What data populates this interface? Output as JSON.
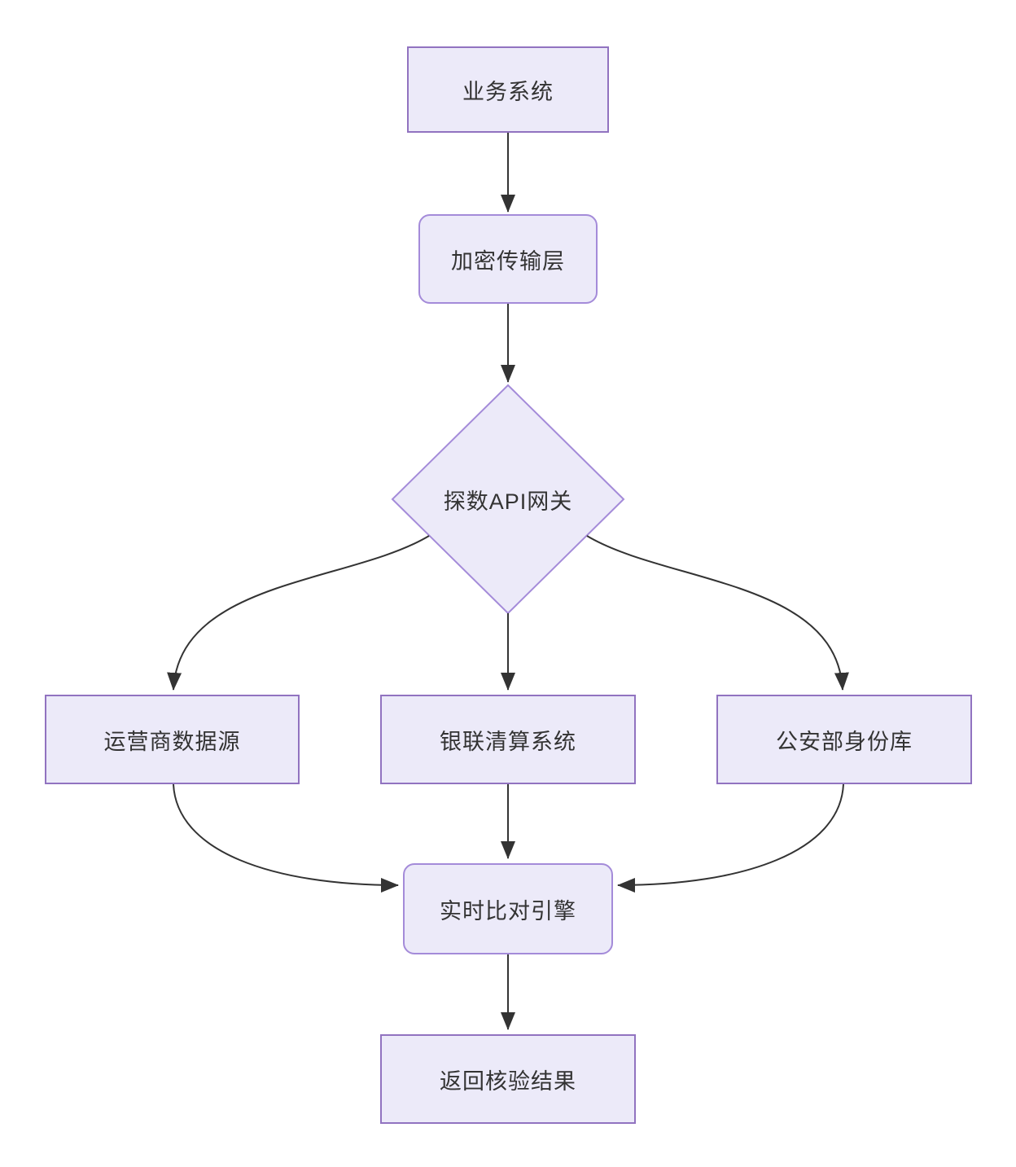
{
  "diagram": {
    "type": "flowchart",
    "direction": "top-down",
    "nodes": [
      {
        "id": "business",
        "label": "业务系统",
        "shape": "rect"
      },
      {
        "id": "encryption",
        "label": "加密传输层",
        "shape": "rounded"
      },
      {
        "id": "gateway",
        "label": "探数API网关",
        "shape": "diamond"
      },
      {
        "id": "carrier",
        "label": "运营商数据源",
        "shape": "rect"
      },
      {
        "id": "unionpay",
        "label": "银联清算系统",
        "shape": "rect"
      },
      {
        "id": "police",
        "label": "公安部身份库",
        "shape": "rect"
      },
      {
        "id": "engine",
        "label": "实时比对引擎",
        "shape": "rounded"
      },
      {
        "id": "result",
        "label": "返回核验结果",
        "shape": "rect"
      }
    ],
    "edges": [
      {
        "from": "business",
        "to": "encryption"
      },
      {
        "from": "encryption",
        "to": "gateway"
      },
      {
        "from": "gateway",
        "to": "carrier"
      },
      {
        "from": "gateway",
        "to": "unionpay"
      },
      {
        "from": "gateway",
        "to": "police"
      },
      {
        "from": "carrier",
        "to": "engine"
      },
      {
        "from": "unionpay",
        "to": "engine"
      },
      {
        "from": "police",
        "to": "engine"
      },
      {
        "from": "engine",
        "to": "result"
      }
    ],
    "colors": {
      "background": "#ffffff",
      "node_fill": "#eceaf9",
      "rect_stroke": "#9173c0",
      "rounded_stroke": "#a48bd9",
      "diamond_stroke": "#a48bd9",
      "arrow": "#333333",
      "text": "#333333"
    }
  }
}
